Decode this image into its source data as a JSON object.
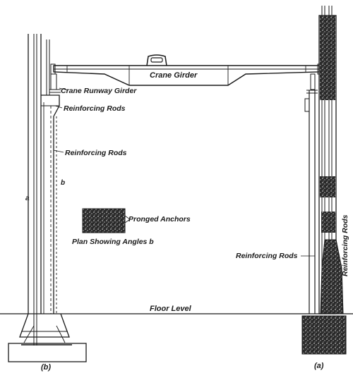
{
  "labels": {
    "crane_girder": "Crane Girder",
    "crane_runway_girder": "Crane Runway Girder",
    "reinforcing_rods_top": "Reinforcing Rods",
    "reinforcing_rods_mid": "Reinforcing Rods",
    "pronged_anchors": "Pronged Anchors",
    "plan_showing_angles": "Plan Showing Angles b",
    "reinforcing_rods_right": "Reinforcing Rods",
    "reinforcing_rods_vertical": "Reinforcing Rods",
    "floor_level": "Floor Level",
    "marker_a_left": "a",
    "marker_b_left": "b",
    "caption_b": "(b)",
    "caption_a": "(a)"
  },
  "colors": {
    "ink": "#1a1a1a",
    "paper": "#ffffff",
    "concrete": "#2a2a2a"
  }
}
